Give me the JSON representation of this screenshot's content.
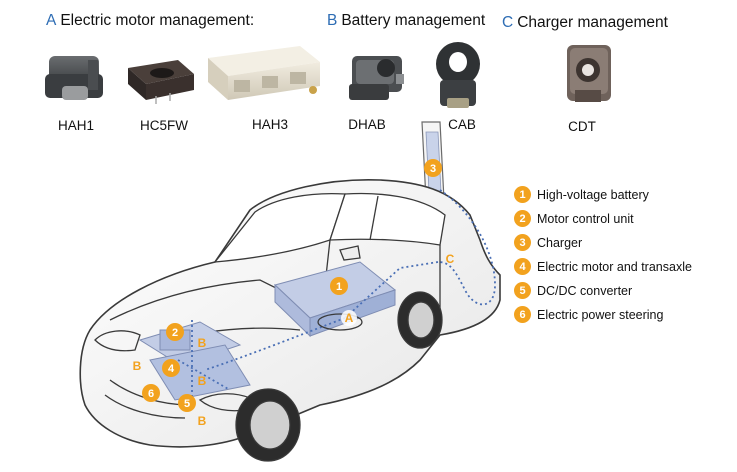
{
  "sections": [
    {
      "letter": "A",
      "title": "Electric motor management:"
    },
    {
      "letter": "B",
      "title": "Battery management"
    },
    {
      "letter": "C",
      "title": "Charger management"
    }
  ],
  "products": [
    {
      "label": "HAH1",
      "section": "A"
    },
    {
      "label": "HC5FW",
      "section": "A"
    },
    {
      "label": "HAH3",
      "section": "A"
    },
    {
      "label": "DHAB",
      "section": "B"
    },
    {
      "label": "CAB",
      "section": "B"
    },
    {
      "label": "CDT",
      "section": "C"
    }
  ],
  "legend": [
    {
      "num": "1",
      "label": "High-voltage battery"
    },
    {
      "num": "2",
      "label": "Motor control unit"
    },
    {
      "num": "3",
      "label": "Charger"
    },
    {
      "num": "4",
      "label": "Electric motor and transaxle"
    },
    {
      "num": "5",
      "label": "DC/DC converter"
    },
    {
      "num": "6",
      "label": "Electric power steering"
    }
  ],
  "diagram_markers": {
    "numbers": [
      "1",
      "2",
      "3",
      "4",
      "5",
      "6"
    ],
    "letters": [
      "A",
      "B",
      "B",
      "B",
      "B",
      "C"
    ]
  },
  "colors": {
    "accent_letter": "#2e6db4",
    "badge": "#f2a21e",
    "marker_letter": "#f2a21e",
    "link_line": "#4a6fb5",
    "component_fill": "#b9c6e3"
  }
}
